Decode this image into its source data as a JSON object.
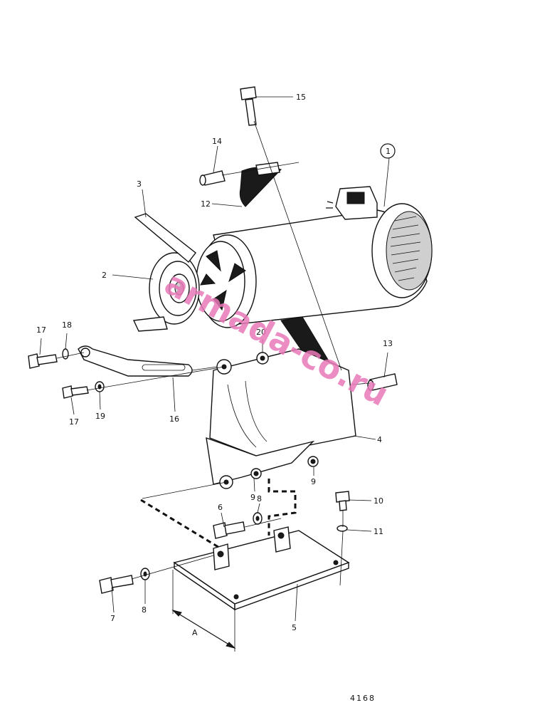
{
  "drawing_number": "4168",
  "watermark": "armada-co.ru",
  "callouts": [
    {
      "id": "c1",
      "label": "1",
      "circled": true
    },
    {
      "id": "c2",
      "label": "2"
    },
    {
      "id": "c3",
      "label": "3"
    },
    {
      "id": "c4",
      "label": "4"
    },
    {
      "id": "c5",
      "label": "5"
    },
    {
      "id": "c6",
      "label": "6"
    },
    {
      "id": "c7",
      "label": "7"
    },
    {
      "id": "c8a",
      "label": "8"
    },
    {
      "id": "c8b",
      "label": "8"
    },
    {
      "id": "c9a",
      "label": "9"
    },
    {
      "id": "c9b",
      "label": "9"
    },
    {
      "id": "c10",
      "label": "10"
    },
    {
      "id": "c11",
      "label": "11"
    },
    {
      "id": "c12",
      "label": "12"
    },
    {
      "id": "c13",
      "label": "13"
    },
    {
      "id": "c14",
      "label": "14"
    },
    {
      "id": "c15",
      "label": "15"
    },
    {
      "id": "c16",
      "label": "16"
    },
    {
      "id": "c17a",
      "label": "17"
    },
    {
      "id": "c17b",
      "label": "17"
    },
    {
      "id": "c18",
      "label": "18"
    },
    {
      "id": "c19",
      "label": "19"
    },
    {
      "id": "c20",
      "label": "20"
    }
  ],
  "dimension_label": "A"
}
